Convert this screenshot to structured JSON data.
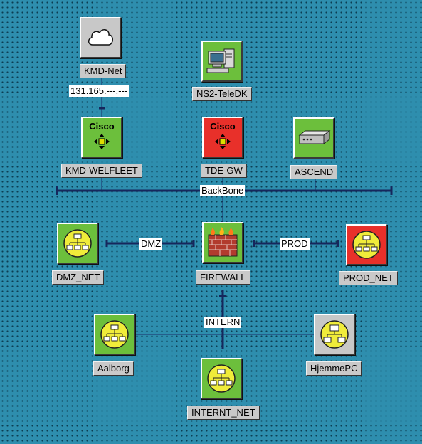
{
  "diagram": {
    "nodes": {
      "kmd_net": {
        "label": "KMD-Net",
        "icon": "cloud-icon",
        "color": "#c8c8c8"
      },
      "ns2_teledk": {
        "label": "NS2-TeleDK",
        "icon": "workstation-icon",
        "color": "#6cbf3c"
      },
      "kmd_welfleet": {
        "label": "KMD-WELFLEET",
        "icon": "cisco-router-icon",
        "color": "#6cbf3c"
      },
      "tde_gw": {
        "label": "TDE-GW",
        "icon": "cisco-router-icon",
        "color": "#e8302a"
      },
      "ascend": {
        "label": "ASCEND",
        "icon": "modem-icon",
        "color": "#6cbf3c"
      },
      "dmz_net": {
        "label": "DMZ_NET",
        "icon": "network-hub-icon",
        "color": "#6cbf3c"
      },
      "firewall": {
        "label": "FIREWALL",
        "icon": "firewall-icon",
        "color": "#6cbf3c"
      },
      "prod_net": {
        "label": "PROD_NET",
        "icon": "network-hub-icon",
        "color": "#e8302a"
      },
      "aalborg": {
        "label": "Aalborg",
        "icon": "network-hub-icon",
        "color": "#6cbf3c"
      },
      "hjemmepc": {
        "label": "HjemmePC",
        "icon": "pc-network-icon",
        "color": "#c8c8c8"
      },
      "internt_net": {
        "label": "INTERNT_NET",
        "icon": "network-hub-icon",
        "color": "#6cbf3c"
      }
    },
    "link_labels": {
      "kmd_ip": "131.165.---.---",
      "backbone": "BackBone",
      "dmz": "DMZ",
      "prod": "PROD",
      "intern": "INTERN"
    },
    "cisco_text": "Cisco"
  }
}
